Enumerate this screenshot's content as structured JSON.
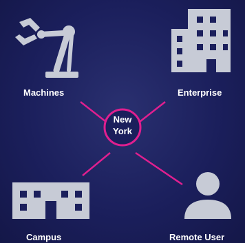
{
  "center": {
    "line1": "New",
    "line2": "York"
  },
  "nodes": {
    "machines": {
      "label": "Machines",
      "icon": "robot-arm-icon"
    },
    "enterprise": {
      "label": "Enterprise",
      "icon": "office-building-icon"
    },
    "campus": {
      "label": "Campus",
      "icon": "campus-building-icon"
    },
    "remote_user": {
      "label": "Remote User",
      "icon": "person-icon"
    }
  },
  "colors": {
    "background": "#1b1f5c",
    "connector": "#e01f8f",
    "icon": "#c7cbd6",
    "text": "#ffffff"
  }
}
